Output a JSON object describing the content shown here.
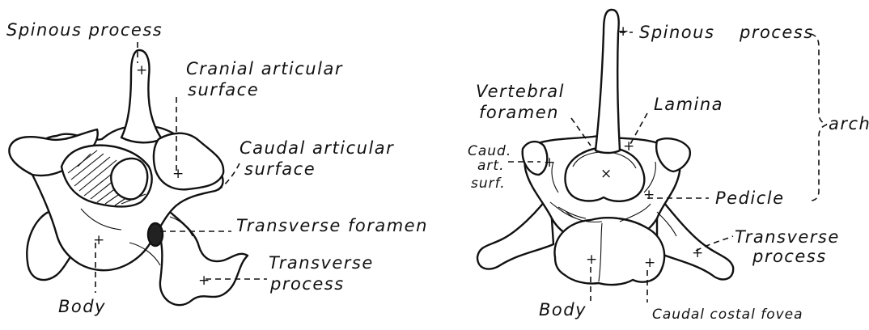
{
  "left_view": {
    "labels": {
      "spinous_process": "Spinous process",
      "cranial_articular_1": "Cranial articular",
      "cranial_articular_2": "surface",
      "caudal_articular_1": "Caudal articular",
      "caudal_articular_2": "surface",
      "transverse_foramen": "Transverse foramen",
      "transverse_process_1": "Transverse",
      "transverse_process_2": "process",
      "body": "Body"
    }
  },
  "right_view": {
    "labels": {
      "spinous": "Spinous",
      "process": "process",
      "vertebral_foramen_1": "Vertebral",
      "vertebral_foramen_2": "foramen",
      "lamina": "Lamina",
      "arch": "arch",
      "caud_1": "Caud.",
      "caud_2": "art.",
      "caud_3": "surf.",
      "pedicle": "Pedicle",
      "transverse_process_1": "Transverse",
      "transverse_process_2": "process",
      "body": "Body",
      "caudal_costal_fovea": "Caudal costal fovea"
    }
  }
}
